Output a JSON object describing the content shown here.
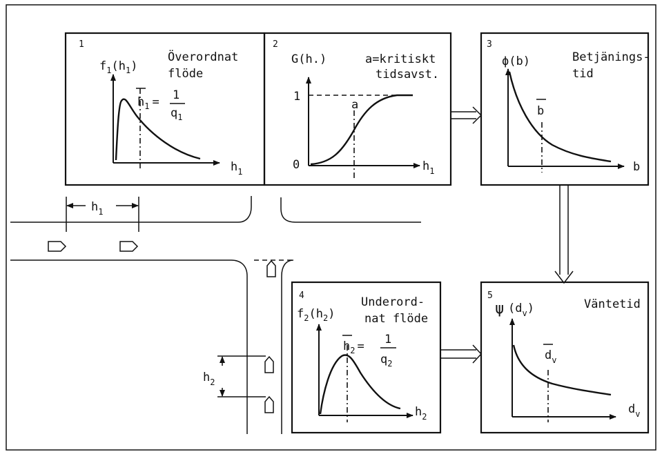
{
  "panel1": {
    "number": "1",
    "title_line1": "Överordnat",
    "title_line2": "flöde",
    "y_axis": "f",
    "y_axis_sub": "1",
    "y_axis_arg": "(h",
    "y_axis_arg_sub": "1",
    "y_axis_close": ")",
    "mean": "h",
    "mean_sub": "1",
    "eq": "=",
    "frac_num": "1",
    "frac_den": "q",
    "frac_den_sub": "1",
    "x_axis": "h",
    "x_axis_sub": "1"
  },
  "panel2": {
    "number": "2",
    "y_axis": "G(h.)",
    "title_line1": "a=kritiskt",
    "title_line2": "tidsavst.",
    "tick_one": "1",
    "tick_zero": "0",
    "mark": "a",
    "x_axis": "h",
    "x_axis_sub": "1"
  },
  "panel3": {
    "number": "3",
    "y_axis": "ϕ(b)",
    "title_line1": "Betjänings-",
    "title_line2": "tid",
    "mean": "b",
    "x_axis": "b"
  },
  "panel4": {
    "number": "4",
    "y_axis": "f",
    "y_axis_sub": "2",
    "y_axis_arg": "(h",
    "y_axis_arg_sub": "2",
    "y_axis_close": ")",
    "title_line1": "Underord-",
    "title_line2": "nat flöde",
    "mean": "h",
    "mean_sub": "2",
    "eq": "=",
    "frac_num": "1",
    "frac_den": "q",
    "frac_den_sub": "2",
    "x_axis": "h",
    "x_axis_sub": "2"
  },
  "panel5": {
    "number": "5",
    "y_axis": "ψ",
    "y_axis_arg": "(d",
    "y_axis_arg_sub": "v",
    "y_axis_close": ")",
    "title": "Väntetid",
    "mean": "d",
    "mean_sub": "v",
    "x_axis": "d",
    "x_axis_sub": "v"
  },
  "road": {
    "main_gap_label": "h",
    "main_gap_sub": "1",
    "minor_gap_label": "h",
    "minor_gap_sub": "2"
  }
}
